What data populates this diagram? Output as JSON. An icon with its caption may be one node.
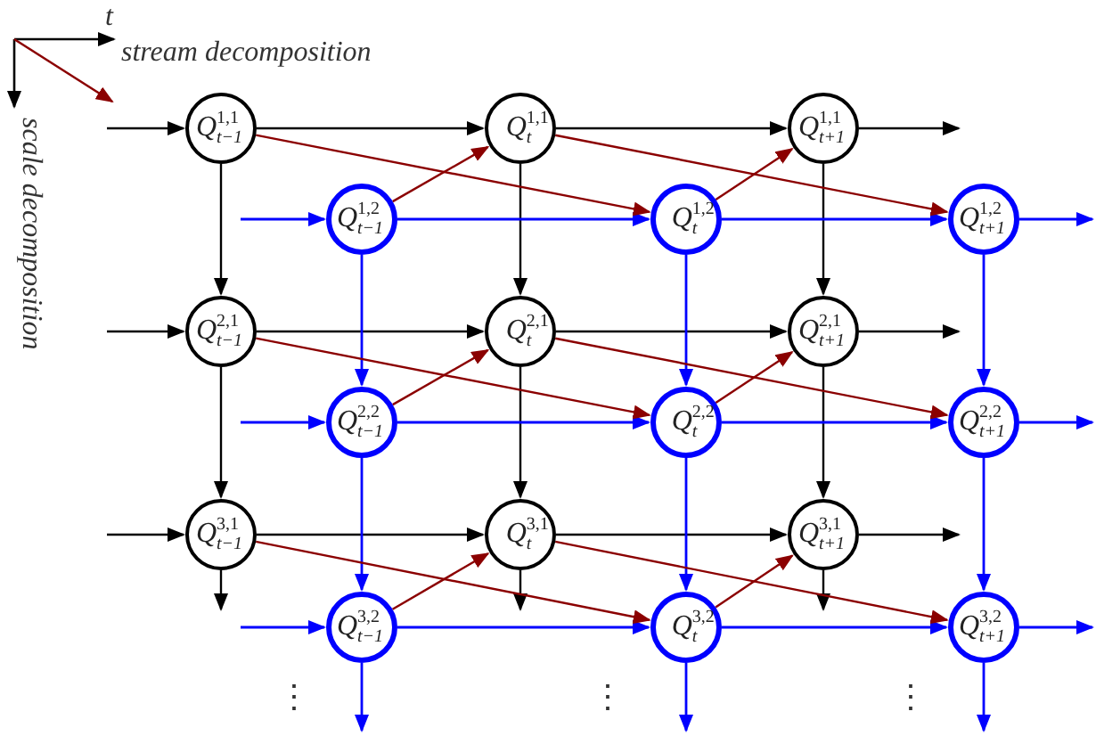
{
  "diagram": {
    "nodes": [
      {
        "text": [
          "*Q*$^{1,1}$$_{t−1}$"
        ]
      },
      {
        "text": [
          "*Q*$^{1,1}$$_{t}$"
        ]
      },
      {
        "text": [
          "*Q*$^{1,1}$$_{t+1}$"
        ]
      },
      {
        "text": [
          "*Q*$^{1,2}$$_{t−1}$"
        ]
      },
      {
        "text": [
          "*Q*$^{1,2}$$_{t}$"
        ]
      },
      {
        "text": [
          "*Q*$^{1,2}$$_{t+1}$"
        ]
      },
      {
        "text": [
          "*Q*$^{2,1}$$_{t−1}$"
        ]
      },
      {
        "text": [
          "*Q*$^{2,1}$$_{t}$"
        ]
      },
      {
        "text": [
          "*Q*$^{2,1}$$_{t+1}$"
        ]
      },
      {
        "text": [
          "*Q*$^{2,2}$$_{t−1}$"
        ]
      },
      {
        "text": [
          "*Q*$^{2,2}$$_{t}$"
        ]
      },
      {
        "text": [
          "*Q*$^{2,2}$$_{t+1}$"
        ]
      },
      {
        "text": [
          "*Q*$^{3,1}$$_{t−1}$"
        ]
      },
      {
        "text": [
          "*Q*$^{3,1}$$_{t}$"
        ]
      },
      {
        "text": [
          "*Q*$^{3,1}$$_{t+1}$"
        ]
      },
      {
        "text": [
          "*Q*$^{3,2}$$_{t−1}$"
        ]
      },
      {
        "text": [
          "*Q*$^{3,2}$$_{t}$"
        ]
      },
      {
        "text": [
          "*Q*$^{3,2}$$_{t+1}$"
        ]
      }
    ],
    "edges": [
      {
        "from": null,
        "to": 0,
        "arrow": "to"
      },
      {
        "from": 0,
        "to": 1,
        "arrow": "to"
      },
      {
        "from": 1,
        "to": 2,
        "arrow": "to"
      },
      {
        "from": 2,
        "to": null,
        "arrow": "to"
      },
      {
        "from": null,
        "to": 6,
        "arrow": "to"
      },
      {
        "from": 6,
        "to": 7,
        "arrow": "to"
      },
      {
        "from": 7,
        "to": 8,
        "arrow": "to"
      },
      {
        "from": 8,
        "to": null,
        "arrow": "to"
      },
      {
        "from": null,
        "to": 12,
        "arrow": "to"
      },
      {
        "from": 12,
        "to": 13,
        "arrow": "to"
      },
      {
        "from": 13,
        "to": 14,
        "arrow": "to"
      },
      {
        "from": 14,
        "to": null,
        "arrow": "to"
      },
      {
        "from": 0,
        "to": 6,
        "arrow": "to"
      },
      {
        "from": 6,
        "to": 12,
        "arrow": "to"
      },
      {
        "from": 12,
        "to": null,
        "arrow": "to"
      },
      {
        "from": 1,
        "to": 7,
        "arrow": "to"
      },
      {
        "from": 7,
        "to": 13,
        "arrow": "to"
      },
      {
        "from": 13,
        "to": null,
        "arrow": "to"
      },
      {
        "from": 2,
        "to": 8,
        "arrow": "to"
      },
      {
        "from": 8,
        "to": 14,
        "arrow": "to"
      },
      {
        "from": 14,
        "to": null,
        "arrow": "to"
      },
      {
        "from": null,
        "to": 3,
        "arrow": "to",
        "color": "#0000ff"
      },
      {
        "from": 3,
        "to": 4,
        "arrow": "to",
        "color": "#0000ff"
      },
      {
        "from": 4,
        "to": 5,
        "arrow": "to",
        "color": "#0000ff"
      },
      {
        "from": 5,
        "to": null,
        "arrow": "to",
        "color": "#0000ff"
      },
      {
        "from": null,
        "to": 9,
        "arrow": "to",
        "color": "#0000ff"
      },
      {
        "from": 9,
        "to": 10,
        "arrow": "to",
        "color": "#0000ff"
      },
      {
        "from": 10,
        "to": 11,
        "arrow": "to",
        "color": "#0000ff"
      },
      {
        "from": 11,
        "to": null,
        "arrow": "to",
        "color": "#0000ff"
      },
      {
        "from": null,
        "to": 15,
        "arrow": "to",
        "color": "#0000ff"
      },
      {
        "from": 15,
        "to": 16,
        "arrow": "to",
        "color": "#0000ff"
      },
      {
        "from": 16,
        "to": 17,
        "arrow": "to",
        "color": "#0000ff"
      },
      {
        "from": 17,
        "to": null,
        "arrow": "to",
        "color": "#0000ff"
      },
      {
        "from": 3,
        "to": 9,
        "arrow": "to",
        "color": "#0000ff"
      },
      {
        "from": 9,
        "to": 15,
        "arrow": "to",
        "color": "#0000ff"
      },
      {
        "from": 15,
        "to": null,
        "arrow": "to",
        "color": "#0000ff"
      },
      {
        "from": 4,
        "to": 10,
        "arrow": "to",
        "color": "#0000ff"
      },
      {
        "from": 10,
        "to": 16,
        "arrow": "to",
        "color": "#0000ff"
      },
      {
        "from": 16,
        "to": null,
        "arrow": "to",
        "color": "#0000ff"
      },
      {
        "from": 5,
        "to": 11,
        "arrow": "to",
        "color": "#0000ff"
      },
      {
        "from": 11,
        "to": 17,
        "arrow": "to",
        "color": "#0000ff"
      },
      {
        "from": 17,
        "to": null,
        "arrow": "to",
        "color": "#0000ff"
      },
      {
        "from": 0,
        "to": 4,
        "arrow": "to",
        "color": "#8b0000"
      },
      {
        "from": 3,
        "to": 1,
        "arrow": "to",
        "color": "#8b0000"
      },
      {
        "from": 1,
        "to": 5,
        "arrow": "to",
        "color": "#8b0000"
      },
      {
        "from": 4,
        "to": 2,
        "arrow": "to",
        "color": "#8b0000"
      },
      {
        "from": 6,
        "to": 10,
        "arrow": "to",
        "color": "#8b0000"
      },
      {
        "from": 9,
        "to": 7,
        "arrow": "to",
        "color": "#8b0000"
      },
      {
        "from": 7,
        "to": 11,
        "arrow": "to",
        "color": "#8b0000"
      },
      {
        "from": 10,
        "to": 8,
        "arrow": "to",
        "color": "#8b0000"
      },
      {
        "from": 12,
        "to": 16,
        "arrow": "to",
        "color": "#8b0000"
      },
      {
        "from": 15,
        "to": 13,
        "arrow": "to",
        "color": "#8b0000"
      },
      {
        "from": 13,
        "to": 17,
        "arrow": "to",
        "color": "#8b0000"
      },
      {
        "from": 16,
        "to": 14,
        "arrow": "to",
        "color": "#8b0000"
      }
    ],
    "labels": [
      "t",
      "stream decomposition",
      "scale decomposition",
      "⋮",
      "⋮",
      "⋮"
    ]
  }
}
